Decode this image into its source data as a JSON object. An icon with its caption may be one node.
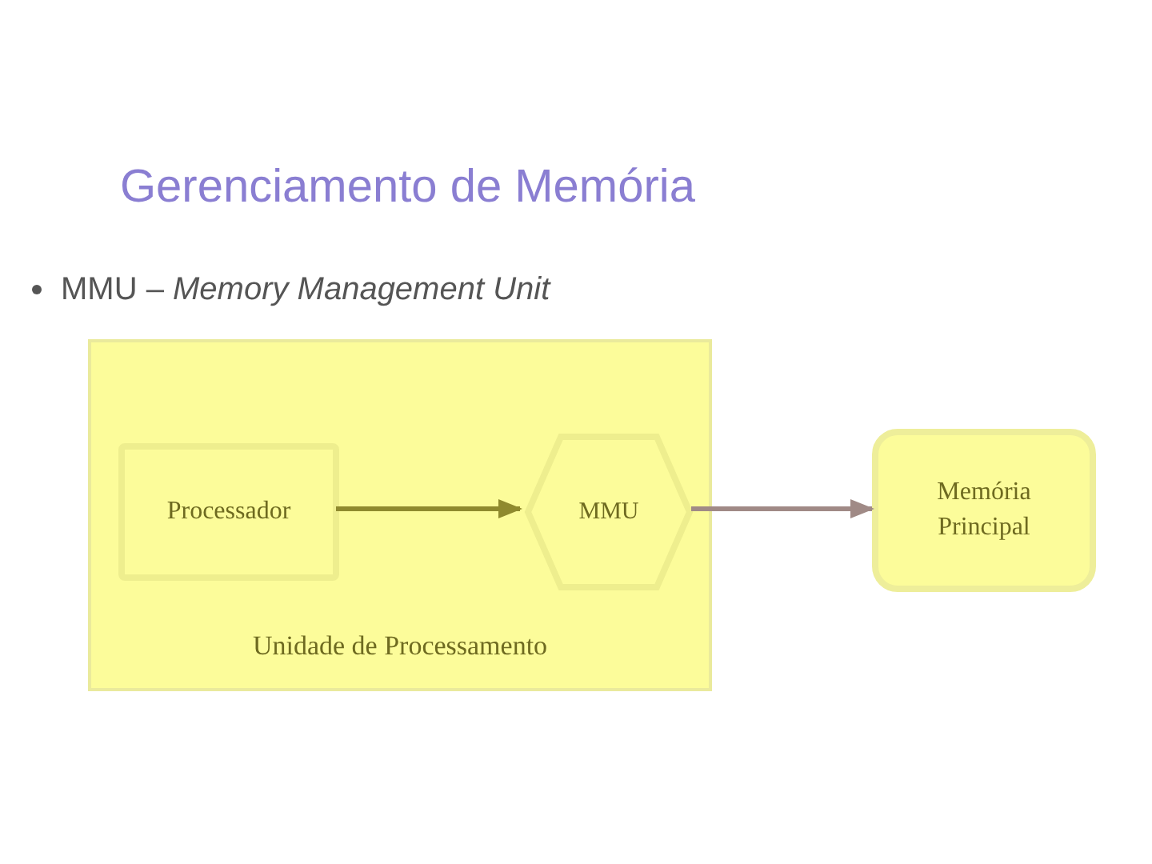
{
  "diagram": {
    "title": "Gerenciamento de Memória",
    "nodes": [
      {
        "text": [
          "Unidade de Processamento"
        ]
      },
      {
        "text": [
          "Processador"
        ],
        "in": 0
      },
      {
        "text": [
          "MMU"
        ],
        "in": 0
      },
      {
        "text": [
          "Memória Principal"
        ]
      }
    ],
    "edges": [
      {
        "from": 1,
        "to": 2,
        "arrow": "to"
      },
      {
        "from": 2,
        "to": 3,
        "arrow": "to",
        "color": "#a08a86"
      }
    ],
    "labels": [
      "MMU – *Memory Management Unit*"
    ]
  }
}
